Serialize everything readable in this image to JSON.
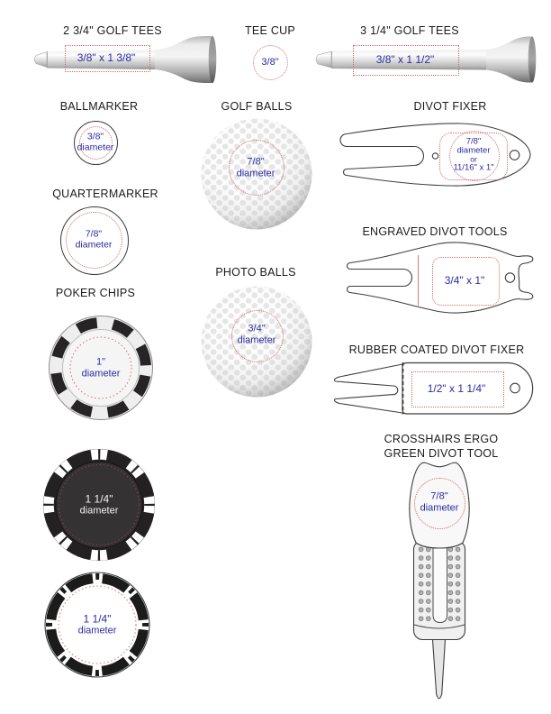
{
  "colors": {
    "dimension_text": "#2b2ba0",
    "imprint_outline_red": "#d06a6a",
    "title_text": "#1b1b1b",
    "chip_black": "#242122"
  },
  "sections": {
    "tees_2_3_4": {
      "title": "2 3/4\" GOLF TEES",
      "imprint_area": "3/8\" x 1 3/8\""
    },
    "tee_cup": {
      "title": "TEE CUP",
      "imprint_area": "3/8\""
    },
    "tees_3_1_4": {
      "title": "3 1/4\" GOLF TEES",
      "imprint_area": "3/8\" x 1 1/2\""
    },
    "ballmarker": {
      "title": "BALLMARKER",
      "size": "3/8\"",
      "size_label": "diameter"
    },
    "golf_balls": {
      "title": "GOLF BALLS",
      "size": "7/8\"",
      "size_label": "diameter"
    },
    "divot_fixer": {
      "title": "DIVOT FIXER",
      "size": "7/8\"",
      "size_label": "diameter",
      "alt_join": "or",
      "alt_size": "11/16\" x 1\""
    },
    "quartermarker": {
      "title": "QUARTERMARKER",
      "size": "7/8\"",
      "size_label": "diameter"
    },
    "engraved_divot_tools": {
      "title": "ENGRAVED DIVOT TOOLS",
      "imprint_area": "3/4\" x 1\""
    },
    "poker_chips": {
      "title": "POKER CHIPS",
      "chips": [
        {
          "size": "1\"",
          "size_label": "diameter"
        },
        {
          "size": "1 1/4\"",
          "size_label": "diameter"
        },
        {
          "size": "1 1/4\"",
          "size_label": "diameter"
        }
      ]
    },
    "photo_balls": {
      "title": "PHOTO BALLS",
      "size": "3/4\"",
      "size_label": "diameter"
    },
    "rubber_divot_fixer": {
      "title": "RUBBER COATED DIVOT FIXER",
      "imprint_area": "1/2\" x 1 1/4\""
    },
    "crosshairs_tool": {
      "title_line1": "CROSSHAIRS ERGO",
      "title_line2": "GREEN DIVOT TOOL",
      "size": "7/8\"",
      "size_label": "diameter"
    }
  }
}
